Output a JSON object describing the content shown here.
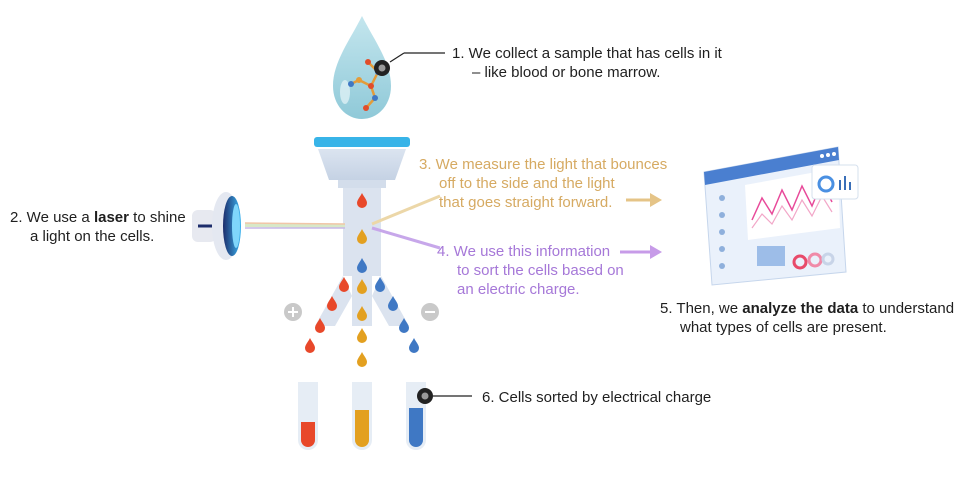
{
  "colors": {
    "step3": "#d6aa62",
    "step4": "#a678d8",
    "text": "#1f1f1f",
    "red_cell": "#e8482a",
    "yellow_cell": "#e3a020",
    "blue_cell": "#3f78c4",
    "funnel": "#cfdaea",
    "funnel_top": "#38b4e8",
    "droplet": "#9fd2df"
  },
  "steps": {
    "step1": {
      "line1": "1. We collect a sample that has cells in it",
      "line2": "– like blood or bone marrow."
    },
    "step2": {
      "pre": "2. We use a ",
      "bold": "laser",
      "post": " to shine",
      "line2": "a light on the cells."
    },
    "step3": {
      "line1": "3. We measure the light that bounces",
      "line2": "off to the side and the light",
      "line3": "that goes straight forward."
    },
    "step4": {
      "line1": "4. We use this information",
      "line2": "to sort the cells based on",
      "line3": "an electric charge."
    },
    "step5": {
      "pre": "5. Then, we ",
      "bold": "analyze the data",
      "post": " to understand",
      "line2": "what types of cells are present."
    },
    "step6": {
      "line1": "6. Cells sorted by electrical charge"
    }
  },
  "icons": {
    "sample": "droplet-with-molecule-icon",
    "laser": "laser-emitter-icon",
    "analysis": "data-dashboard-icon",
    "positive": "plus-icon",
    "negative": "minus-icon"
  }
}
